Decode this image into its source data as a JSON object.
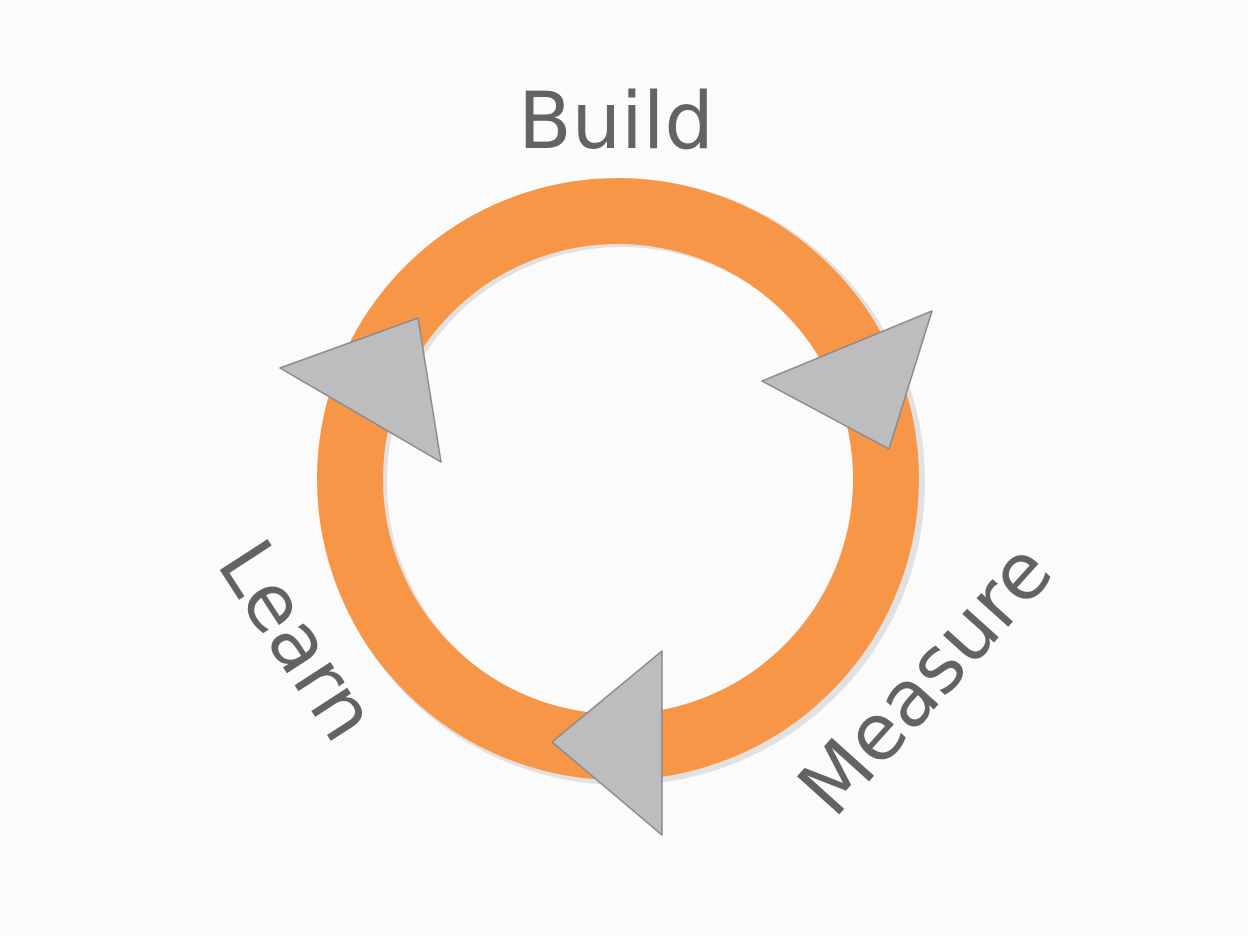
{
  "diagram": {
    "stages": [
      {
        "id": "build",
        "label": "Build"
      },
      {
        "id": "measure",
        "label": "Measure"
      },
      {
        "id": "learn",
        "label": "Learn"
      }
    ]
  },
  "colors": {
    "background": "#fbfbfc",
    "ring": "#f79646",
    "ring_shadow": "#d6d6d6",
    "arrow_fill": "#bdbdbf",
    "arrow_stroke": "#8a8a8c",
    "text": "#636363"
  }
}
